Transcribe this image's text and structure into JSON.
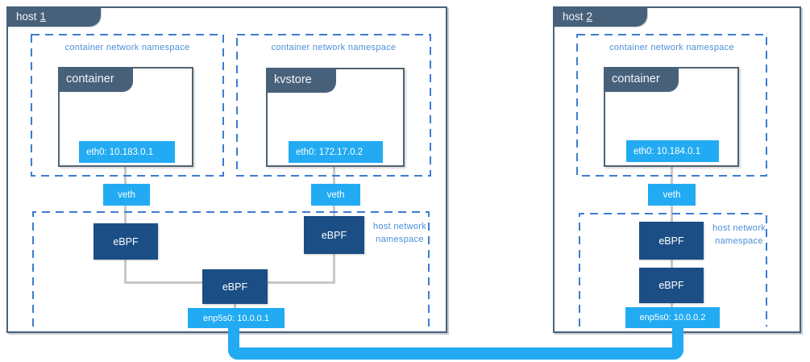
{
  "colors": {
    "host_slate": "#48617b",
    "light_blue": "#22abf3",
    "ebpf_dark_blue": "#1b4e85",
    "dashed_border_blue": "#3e7cd2",
    "namespace_label_blue": "#4a8fd8",
    "connector_gray": "#c8c8c8"
  },
  "hosts": [
    {
      "name": "host",
      "number": "1",
      "container_namespaces": [
        {
          "label": "container network namespace",
          "title": "container",
          "interface": "eth0: 10.183.0.1",
          "veth": "veth"
        },
        {
          "label": "container network namespace",
          "title": "kvstore",
          "interface": "eth0: 172.17.0.2",
          "veth": "veth"
        }
      ],
      "host_namespace": {
        "label": "host network namespace",
        "ebpf_boxes": [
          "eBPF",
          "eBPF",
          "eBPF"
        ],
        "interface": "enp5s0: 10.0.0.1"
      }
    },
    {
      "name": "host",
      "number": "2",
      "container_namespaces": [
        {
          "label": "container network namespace",
          "title": "container",
          "interface": "eth0: 10.184.0.1",
          "veth": "veth"
        }
      ],
      "host_namespace": {
        "label": "host network namespace",
        "ebpf_boxes": [
          "eBPF",
          "eBPF"
        ],
        "interface": "enp5s0: 10.0.0.2"
      }
    }
  ]
}
